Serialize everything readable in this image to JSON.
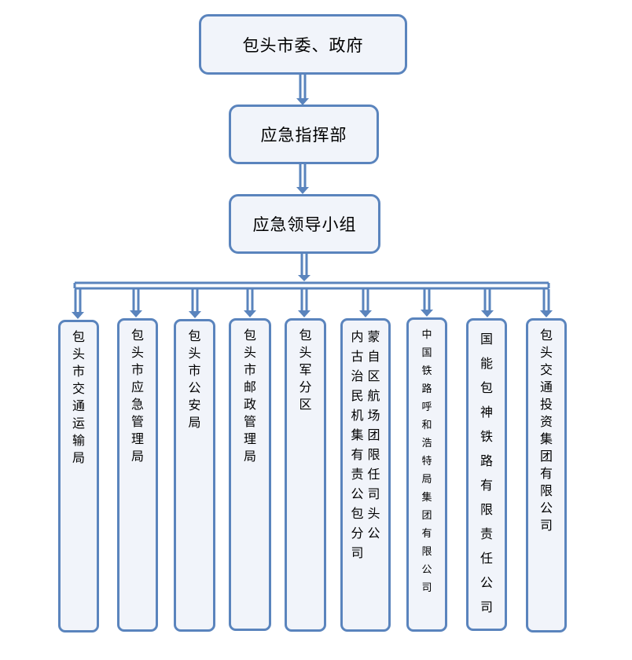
{
  "top": "包头市委、政府",
  "command": "应急指挥部",
  "leader": "应急领导小组",
  "units": [
    "包头市交通运输局",
    "包头市应急管理局",
    "包头市公安局",
    "包头市邮政管理局",
    "包头军分区",
    "内蒙古自治区民航机场集团有限责任公司包头分公司",
    "中国铁路呼和浩特局集团有限公司",
    "国能包神铁路有限责任公司",
    "包头交通投资集团有限公司"
  ],
  "colors": {
    "border": "#5a84bd",
    "fill": "#f1f4fa"
  }
}
